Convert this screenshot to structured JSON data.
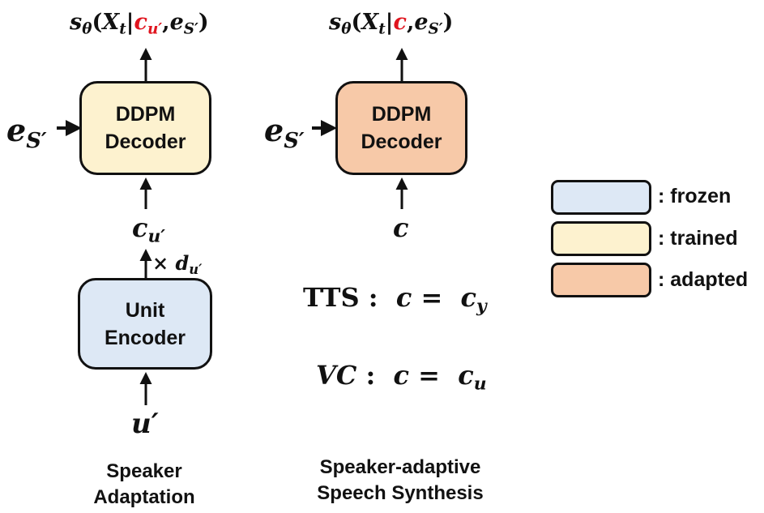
{
  "colors": {
    "frozen": "#dde8f5",
    "trained": "#fdf2cf",
    "adapted": "#f7c9a8",
    "highlight": "#e0141e"
  },
  "left": {
    "output": {
      "s": "s",
      "theta": "θ",
      "open": "(",
      "x": "X",
      "t": "t",
      "bar": "|",
      "cond": "c",
      "cond_sub": "u′",
      "comma": ",",
      "e": "e",
      "e_sub": "S′",
      "close": ")"
    },
    "speaker_input": {
      "e": "e",
      "sub": "S′"
    },
    "decoder": {
      "line1": "DDPM",
      "line2": "Decoder"
    },
    "unit_feature": {
      "c": "c",
      "sub": "u′"
    },
    "duration": {
      "times": "×",
      "d": "d",
      "sub": "u′"
    },
    "encoder": {
      "line1": "Unit",
      "line2": "Encoder"
    },
    "input": "u′",
    "caption": {
      "line1": "Speaker",
      "line2": "Adaptation"
    }
  },
  "right": {
    "output": {
      "s": "s",
      "theta": "θ",
      "open": "(",
      "x": "X",
      "t": "t",
      "bar": "|",
      "cond": "c",
      "comma": ",",
      "e": "e",
      "e_sub": "S′",
      "close": ")"
    },
    "speaker_input": {
      "e": "e",
      "sub": "S′"
    },
    "decoder": {
      "line1": "DDPM",
      "line2": "Decoder"
    },
    "cond_input": "c",
    "tts": {
      "label": "TTS",
      "colon": ":",
      "c": "c",
      "eq": "=",
      "rhs": "c",
      "rhs_sub": "y"
    },
    "vc": {
      "label": "VC",
      "colon": ":",
      "c": "c",
      "eq": "=",
      "rhs": "c",
      "rhs_sub": "u"
    },
    "caption": {
      "line1": "Speaker-adaptive",
      "line2": "Speech Synthesis"
    }
  },
  "legend": [
    {
      "label": ": frozen",
      "color": "#dde8f5"
    },
    {
      "label": ": trained",
      "color": "#fdf2cf"
    },
    {
      "label": ": adapted",
      "color": "#f7c9a8"
    }
  ]
}
